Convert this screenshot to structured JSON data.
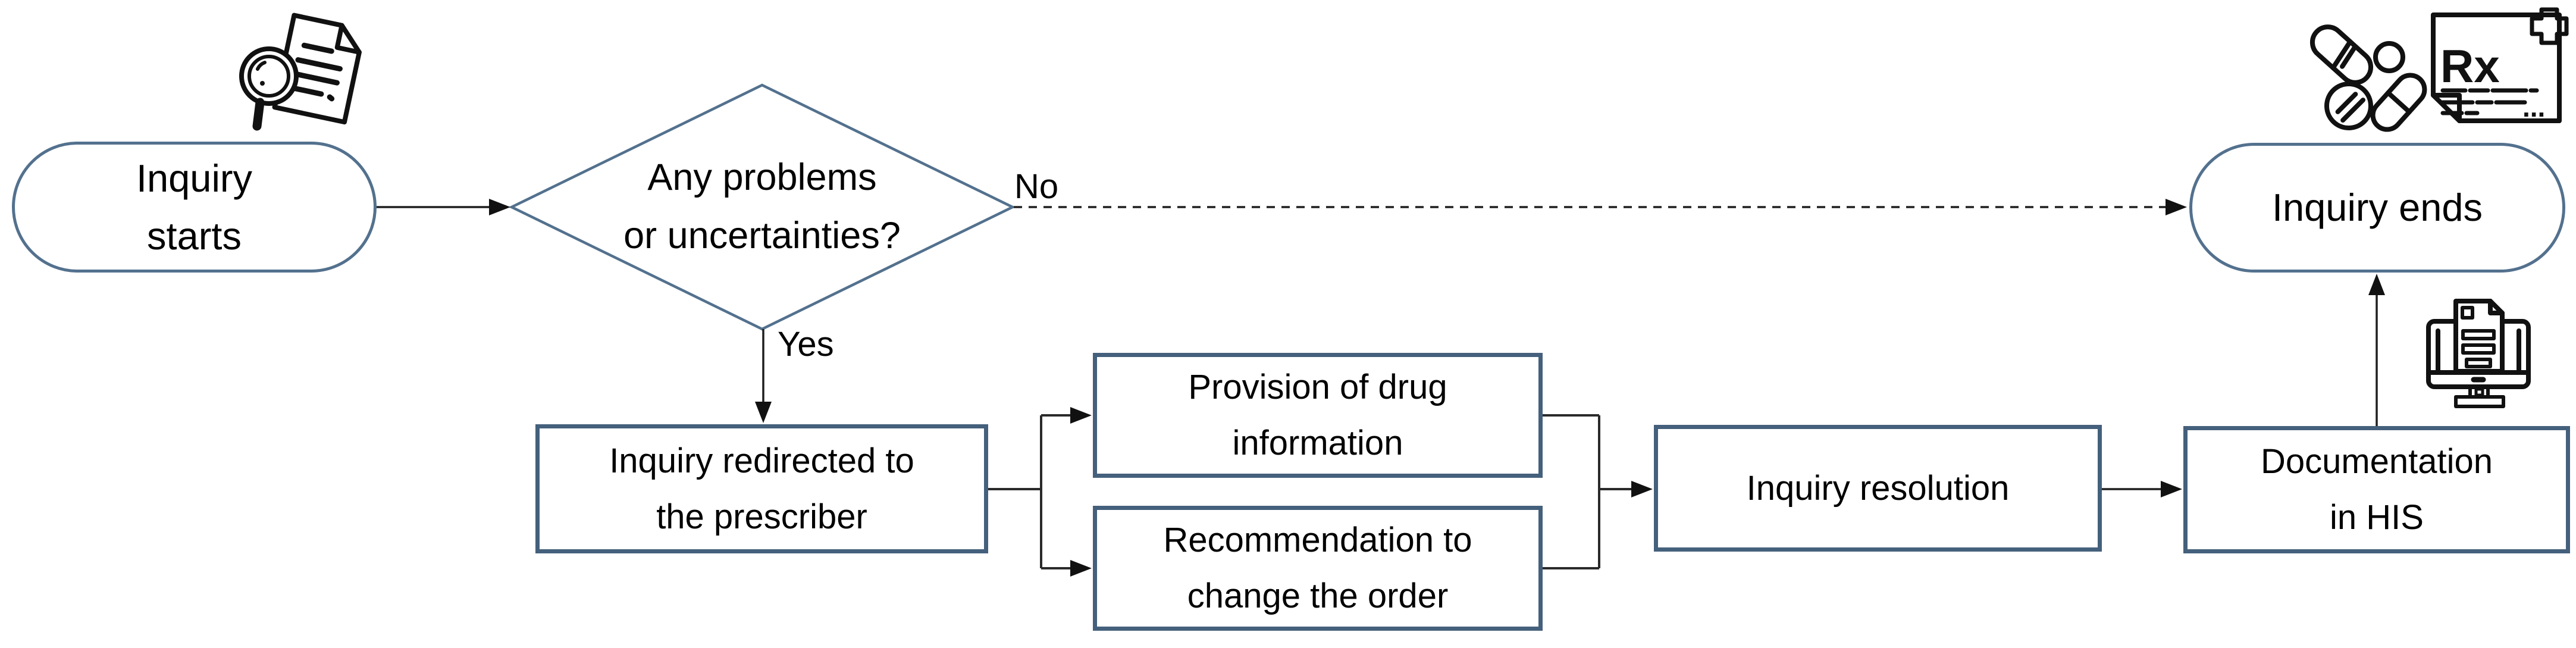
{
  "figure": {
    "type": "flowchart",
    "background": "#ffffff",
    "colors": {
      "terminator_border": "#53718e",
      "decision_border": "#53718e",
      "process_border": "#44607c",
      "connector": "#1f1f1f",
      "text": "#000000",
      "icon_stroke": "#111111"
    },
    "nodes": {
      "start": {
        "shape": "terminator",
        "line1": "Inquiry",
        "line2": "starts"
      },
      "decision": {
        "shape": "decision",
        "line1": "Any problems",
        "line2": "or uncertainties?"
      },
      "redirect": {
        "shape": "process",
        "line1": "Inquiry redirected to",
        "line2": "the prescriber"
      },
      "provision": {
        "shape": "process",
        "line1": "Provision of drug",
        "line2": "information"
      },
      "recommendation": {
        "shape": "process",
        "line1": "Recommendation to",
        "line2": "change the order"
      },
      "resolution": {
        "shape": "process",
        "label": "Inquiry resolution"
      },
      "documentation": {
        "shape": "process",
        "line1": "Documentation",
        "line2": "in HIS"
      },
      "end": {
        "shape": "terminator",
        "label": "Inquiry ends"
      }
    },
    "edge_labels": {
      "no": "No",
      "yes": "Yes"
    },
    "icons": {
      "search_document": {
        "name": "document-search-icon"
      },
      "pills": {
        "name": "pills-icon"
      },
      "rx_document": {
        "name": "prescription-document-icon",
        "rx_text": "Rx",
        "dots_text": "..."
      },
      "monitor_document": {
        "name": "monitor-document-icon"
      }
    }
  }
}
